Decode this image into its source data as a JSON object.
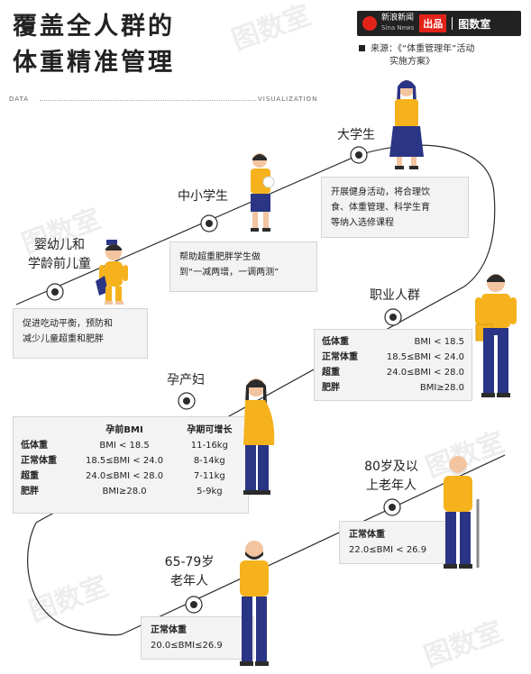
{
  "title": {
    "line1": "覆盖全人群的",
    "line2": "体重精准管理"
  },
  "strip": {
    "left": "DATA",
    "right": "VISUALIZATION"
  },
  "logo": {
    "brand": "新浪新闻",
    "brand_en": "Sina News",
    "badge": "出品",
    "product": "图数室"
  },
  "source": {
    "label": "来源：",
    "line1": "《“体重管理年”活动",
    "line2": "实施方案》"
  },
  "watermark": "图数室",
  "stages": {
    "infant": {
      "line1": "婴幼儿和",
      "line2": "学龄前儿童",
      "desc1": "促进吃动平衡，预防和",
      "desc2": "减少儿童超重和肥胖"
    },
    "student": {
      "title": "中小学生",
      "desc1": "帮助超重肥胖学生做",
      "desc2": "到“一减两增，一调两测”"
    },
    "college": {
      "title": "大学生",
      "desc1": "开展健身活动，将合理饮",
      "desc2": "食、体重管理、科学生育",
      "desc3": "等纳入选修课程"
    },
    "worker": {
      "title": "职业人群",
      "rows": [
        {
          "label": "低体重",
          "value": "BMI < 18.5"
        },
        {
          "label": "正常体重",
          "value": "18.5≤BMI < 24.0"
        },
        {
          "label": "超重",
          "value": "24.0≤BMI < 28.0"
        },
        {
          "label": "肥胖",
          "value": "BMI≥28.0"
        }
      ]
    },
    "pregnant": {
      "title": "孕产妇",
      "col1": "孕前BMI",
      "col2": "孕期可增长",
      "rows": [
        {
          "label": "低体重",
          "bmi": "BMI < 18.5",
          "gain": "11-16kg"
        },
        {
          "label": "正常体重",
          "bmi": "18.5≤BMI < 24.0",
          "gain": "8-14kg"
        },
        {
          "label": "超重",
          "bmi": "24.0≤BMI < 28.0",
          "gain": "7-11kg"
        },
        {
          "label": "肥胖",
          "bmi": "BMI≥28.0",
          "gain": "5-9kg"
        }
      ]
    },
    "elder80": {
      "line1": "80岁及以",
      "line2": "上老年人",
      "label": "正常体重",
      "value": "22.0≤BMI < 26.9"
    },
    "elder65": {
      "line1": "65-79岁",
      "line2": "老年人",
      "label": "正常体重",
      "value": "20.0≤BMI≤26.9"
    }
  },
  "colors": {
    "accent": "#f5b21c",
    "navy": "#2a3585",
    "dark": "#2b2b2b",
    "panel": "#f3f3f3"
  }
}
